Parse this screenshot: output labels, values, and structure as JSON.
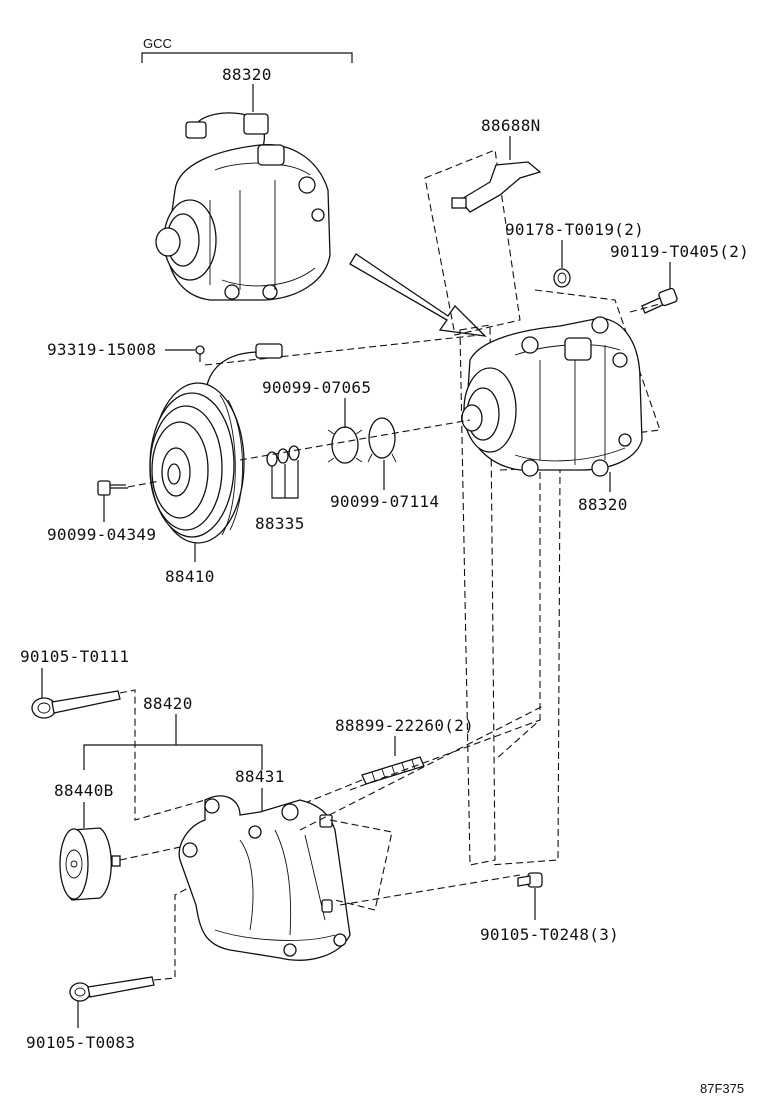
{
  "diagram": {
    "variant_label": "GCC",
    "figure_code": "87F375",
    "part_labels": {
      "compressor_assembly_top": "88320",
      "compressor_assembly": "88320",
      "pipe_bracket": "88688N",
      "nut_90178": "90178-T0019(2)",
      "bolt_90119": "90119-T0405(2)",
      "screw_93319": "93319-15008",
      "snap_ring_outer": "90099-07065",
      "snap_ring_inner": "90099-07114",
      "shims": "88335",
      "bolt_90099": "90099-04349",
      "clutch_pulley": "88410",
      "bolt_90105_t0111": "90105-T0111",
      "bracket_sub_assy": "88420",
      "idler_pulley": "88440B",
      "bracket": "88431",
      "stud_bolt": "88899-22260(2)",
      "bolt_90105_t0248": "90105-T0248(3)",
      "bolt_90105_t0083": "90105-T0083"
    }
  }
}
